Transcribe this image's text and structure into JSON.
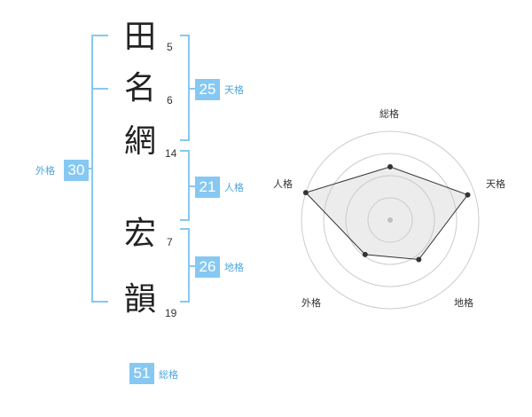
{
  "characters": [
    {
      "char": "田",
      "strokes": "5"
    },
    {
      "char": "名",
      "strokes": "6"
    },
    {
      "char": "網",
      "strokes": "14"
    },
    {
      "char": "宏",
      "strokes": "7"
    },
    {
      "char": "韻",
      "strokes": "19"
    }
  ],
  "fortunes": {
    "tenkaku": {
      "value": "25",
      "label": "天格"
    },
    "jinkaku": {
      "value": "21",
      "label": "人格"
    },
    "chikaku": {
      "value": "26",
      "label": "地格"
    },
    "gaikaku": {
      "value": "30",
      "label": "外格"
    },
    "soukaku": {
      "value": "51",
      "label": "総格"
    }
  },
  "radar": {
    "axes": [
      "総格",
      "天格",
      "地格",
      "外格",
      "人格"
    ],
    "levels": 4,
    "scores": [
      0.6,
      0.92,
      0.55,
      0.48,
      1.0
    ],
    "accent": "#86c8f2",
    "bracket_color": "#86c8f2"
  }
}
